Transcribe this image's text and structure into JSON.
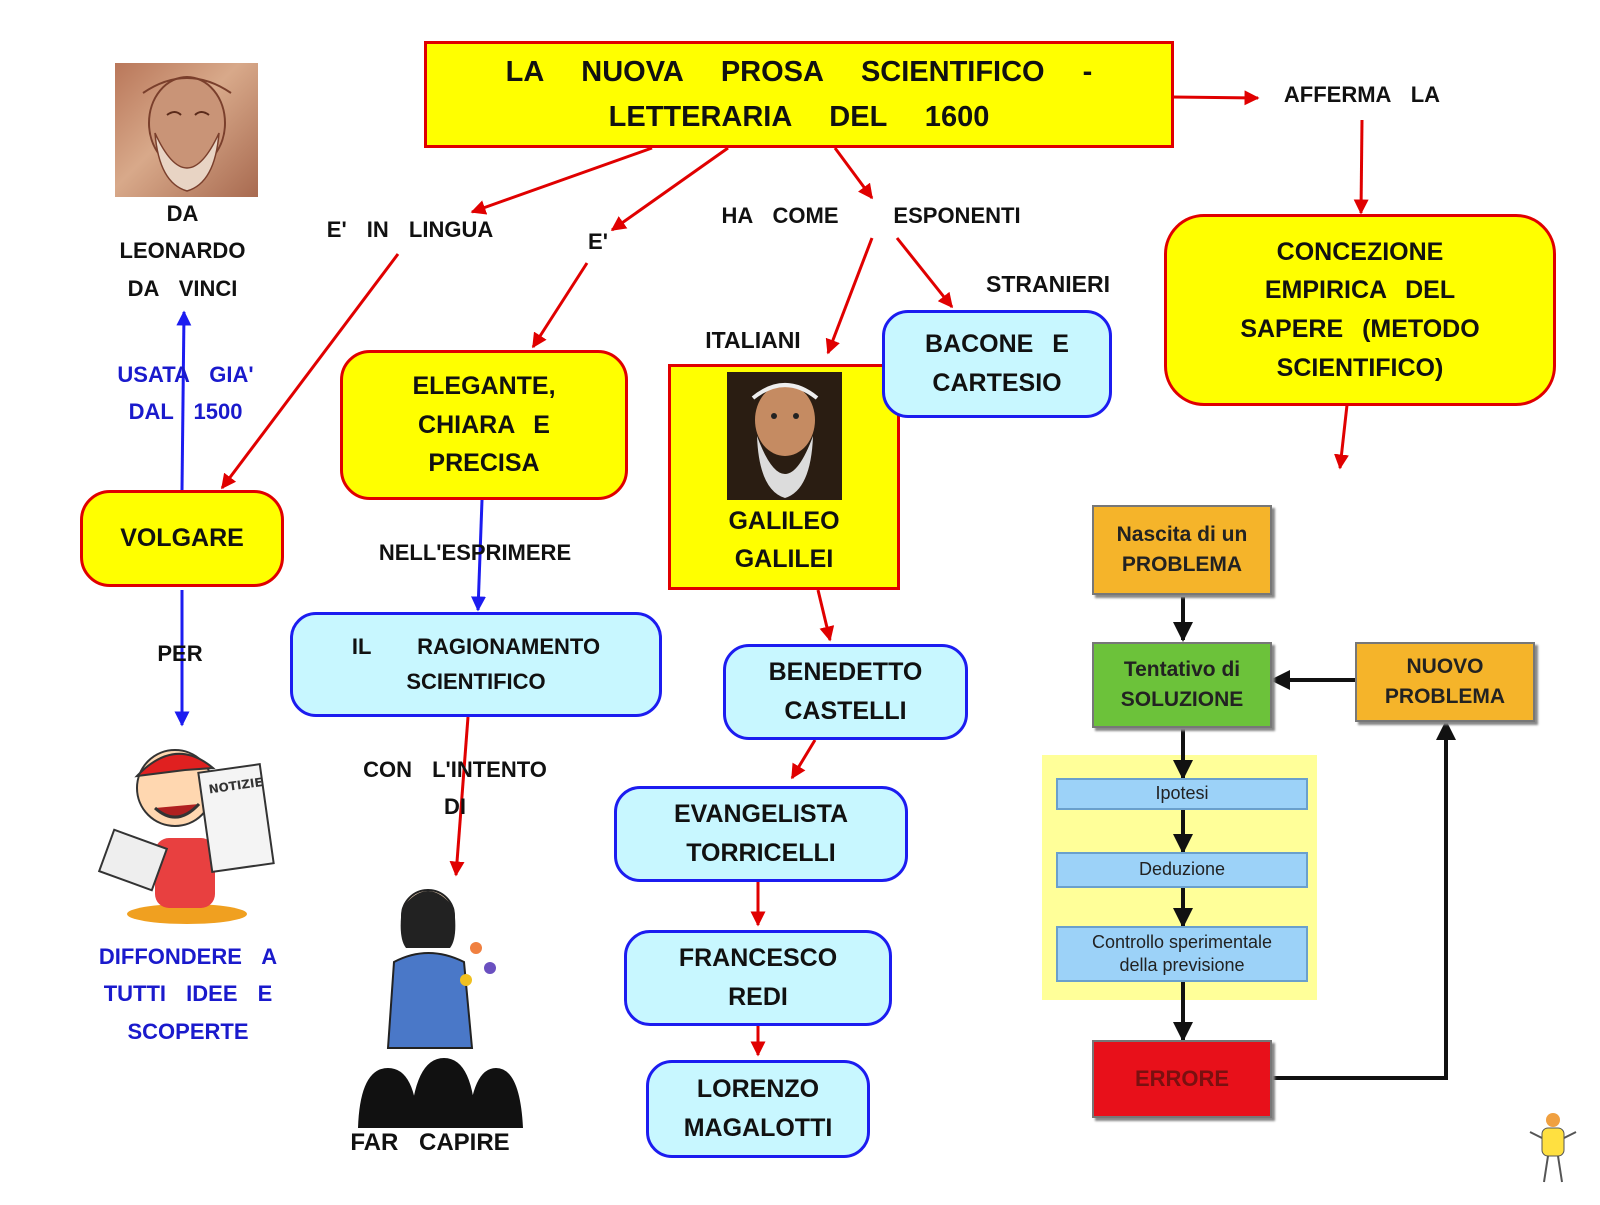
{
  "title": "LA NUOVA PROSA SCIENTIFICO -\nLETTERARIA DEL 1600",
  "links": {
    "afferma": "AFFERMA LA",
    "e_in_lingua": "E' IN LINGUA",
    "e": "E'",
    "ha_come": "HA COME",
    "esponenti": "ESPONENTI",
    "stranieri": "STRANIERI",
    "italiani": "ITALIANI",
    "da_leonardo": "DA\nLEONARDO\nDA VINCI",
    "usata": "USATA GIA'\nDAL 1500",
    "per": "PER",
    "diffondere": "DIFFONDERE A\nTUTTI IDEE E\nSCOPERTE",
    "nell_esprimere": "NELL'ESPRIMERE",
    "con_intento": "CON L'INTENTO\nDI",
    "far_capire": "FAR CAPIRE"
  },
  "nodes": {
    "volgare": "VOLGARE",
    "elegante": "ELEGANTE,\nCHIARA E\nPRECISA",
    "ragionamento": "IL RAGIONAMENTO\nSCIENTIFICO",
    "galileo": "GALILEO\nGALILEI",
    "bacone": "BACONE E\nCARTESIO",
    "concezione": "CONCEZIONE\nEMPIRICA DEL\nSAPERE (METODO\nSCIENTIFICO)",
    "castelli": "BENEDETTO\nCASTELLI",
    "torricelli": "EVANGELISTA\nTORRICELLI",
    "redi": "FRANCESCO\nREDI",
    "magalotti": "LORENZO\nMAGALOTTI"
  },
  "flow": {
    "nascita": "Nascita di un\nPROBLEMA",
    "tentativo": "Tentativo di\nSOLUZIONE",
    "nuovo": "NUOVO\nPROBLEMA",
    "ipotesi": "Ipotesi",
    "deduzione": "Deduzione",
    "controllo": "Controllo sperimentale\ndella previsione",
    "errore": "ERRORE"
  },
  "images": {
    "newspaper_text": "NOTIZIE"
  },
  "colors": {
    "yellow": "#ffff00",
    "red_border": "#e00000",
    "cyan_fill": "#c8f7ff",
    "blue_border": "#1c1cf0",
    "blue_text": "#1a1acc",
    "arrow_red": "#e00000",
    "arrow_blue": "#1c1cf0"
  }
}
